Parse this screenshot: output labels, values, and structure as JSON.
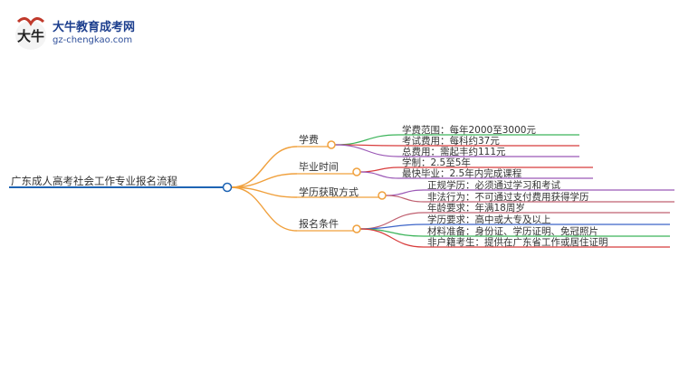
{
  "logo": {
    "brand": "大牛教育成考网",
    "url": "gz-chengkao.com",
    "emblem_text": "大牛"
  },
  "mindmap": {
    "root": "广东成人高考社会工作专业报名流程",
    "colors": {
      "root_line": "#1e64b4",
      "branch_line": "#f0a03c",
      "node_fill": "#ffffff",
      "leaf_colors": [
        "#3cb45a",
        "#d83c3c",
        "#9b59b6",
        "#c06070",
        "#3c64c8"
      ]
    },
    "branches": [
      {
        "label": "学费",
        "children": [
          "学费范围：每年2000至3000元",
          "考试费用：每科约37元",
          "总费用：需起丰约111元"
        ]
      },
      {
        "label": "毕业时间",
        "children": [
          "学制：2.5至5年",
          "最快毕业：2.5年内完成课程"
        ]
      },
      {
        "label": "学历获取方式",
        "children": [
          "正规学历：必须通过学习和考试",
          "非法行为：不可通过支付费用获得学历"
        ]
      },
      {
        "label": "报名条件",
        "children": [
          "年龄要求：年满18周岁",
          "学历要求：高中或大专及以上",
          "材料准备：身份证、学历证明、免冠照片",
          "非户籍考生：提供在广东省工作或居住证明"
        ]
      }
    ]
  }
}
